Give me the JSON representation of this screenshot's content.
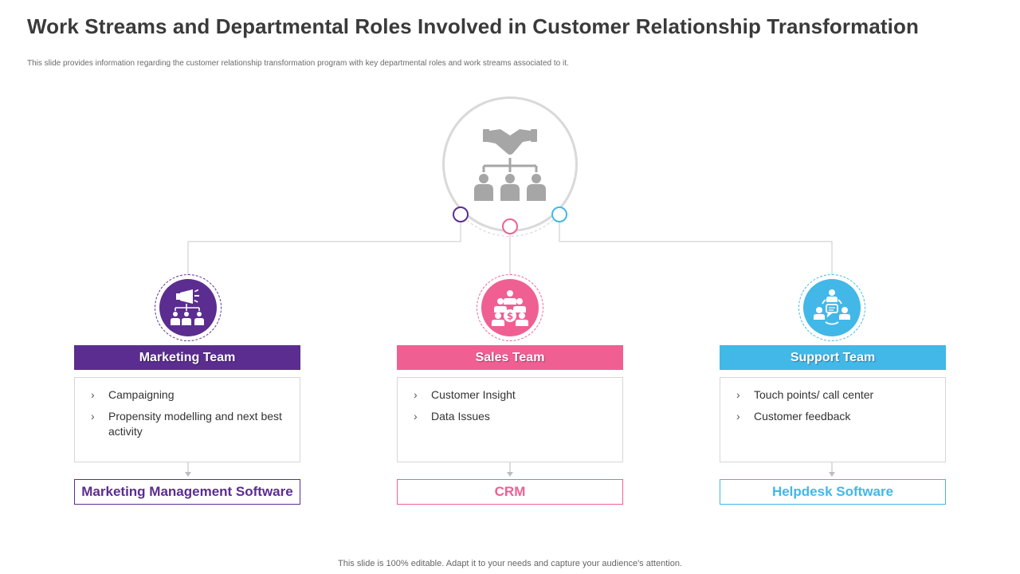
{
  "title": "Work Streams and Departmental Roles Involved in Customer Relationship Transformation",
  "subtitle": "This slide provides information regarding the customer relationship transformation program with key departmental roles and work streams associated to it.",
  "footer": "This slide is 100% editable. Adapt it to your needs and capture your audience's attention.",
  "hub": {
    "icon": "handshake-org-chart-icon",
    "color": "#a6a6a6"
  },
  "teams": [
    {
      "name": "Marketing Team",
      "color": "#5b2d90",
      "icon": "megaphone-team-icon",
      "items": [
        "Campaigning",
        "Propensity modelling and next best activity"
      ],
      "software": "Marketing Management Software"
    },
    {
      "name": "Sales Team",
      "color": "#f05f92",
      "icon": "sales-team-dollar-icon",
      "items": [
        "Customer Insight",
        "Data Issues"
      ],
      "software": "CRM"
    },
    {
      "name": "Support Team",
      "color": "#42b8e8",
      "icon": "support-team-chat-icon",
      "items": [
        "Touch points/ call center",
        "Customer feedback"
      ],
      "software": "Helpdesk Software"
    }
  ]
}
